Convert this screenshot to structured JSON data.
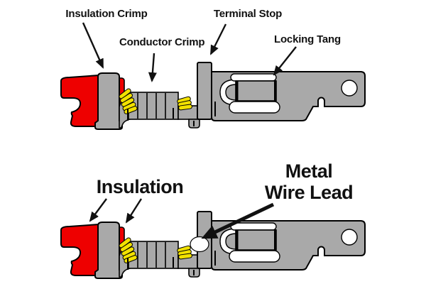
{
  "colors": {
    "insulation_red": "#ee0000",
    "terminal_gray": "#a9a9a9",
    "wire_yellow": "#f2e100",
    "outline": "#000000",
    "label_text": "#111111",
    "background": "#ffffff"
  },
  "diagram_top": {
    "labels": {
      "insulation_crimp": "Insulation Crimp",
      "conductor_crimp": "Conductor Crimp",
      "terminal_stop": "Terminal Stop",
      "locking_tang": "Locking Tang"
    }
  },
  "diagram_bottom": {
    "labels": {
      "insulation": "Insulation",
      "metal_wire_lead_line1": "Metal",
      "metal_wire_lead_line2": "Wire Lead"
    }
  }
}
